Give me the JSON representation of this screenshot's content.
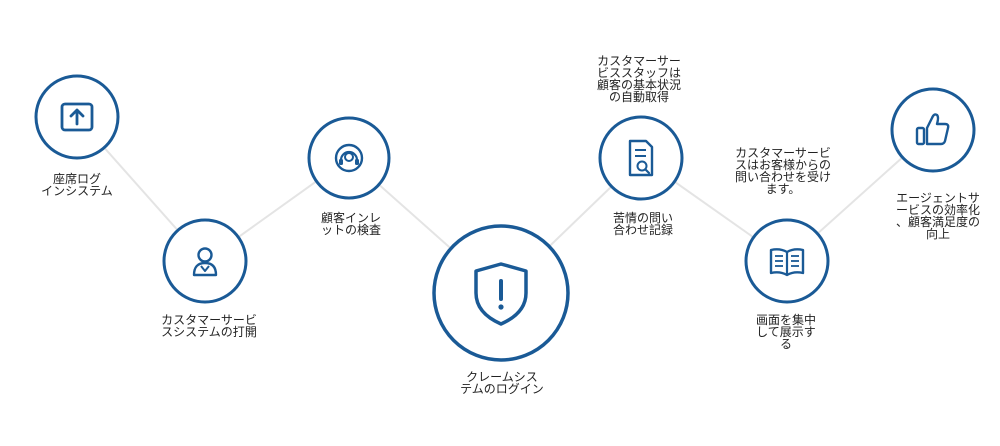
{
  "colors": {
    "primary": "#1a5a96",
    "connector": "#e4e4e4",
    "text": "#222222"
  },
  "steps": [
    {
      "icon": "upload-icon",
      "lines": [
        "座席ログ",
        "インシステム"
      ]
    },
    {
      "icon": "user-icon",
      "lines": [
        "カスタマーサービ",
        "スシステムの打開"
      ]
    },
    {
      "icon": "headset-icon",
      "lines": [
        "顧客インレ",
        "ットの検査"
      ]
    },
    {
      "icon": "shield-alert-icon",
      "lines": [
        "クレームシス",
        "テムのログイン"
      ]
    },
    {
      "icon": "document-search-icon",
      "lines": [
        "苦情の問い",
        "合わせ記録"
      ]
    },
    {
      "icon": "open-book-icon",
      "lines": [
        "画面を集中",
        "して展示す",
        "る"
      ]
    },
    {
      "icon": "thumbs-up-icon",
      "lines": [
        "エージェントサ",
        "ービスの効率化",
        "、顧客満足度の",
        "向上"
      ]
    }
  ],
  "annotations": [
    {
      "id": "top-note",
      "lines": [
        "カスタマーサー",
        "ビススタッフは",
        "顧客の基本状況",
        "の自動取得"
      ]
    },
    {
      "id": "right-note",
      "lines": [
        "カスタマーサービ",
        "スはお客様からの",
        "問い合わせを受け",
        "ます。"
      ]
    }
  ]
}
